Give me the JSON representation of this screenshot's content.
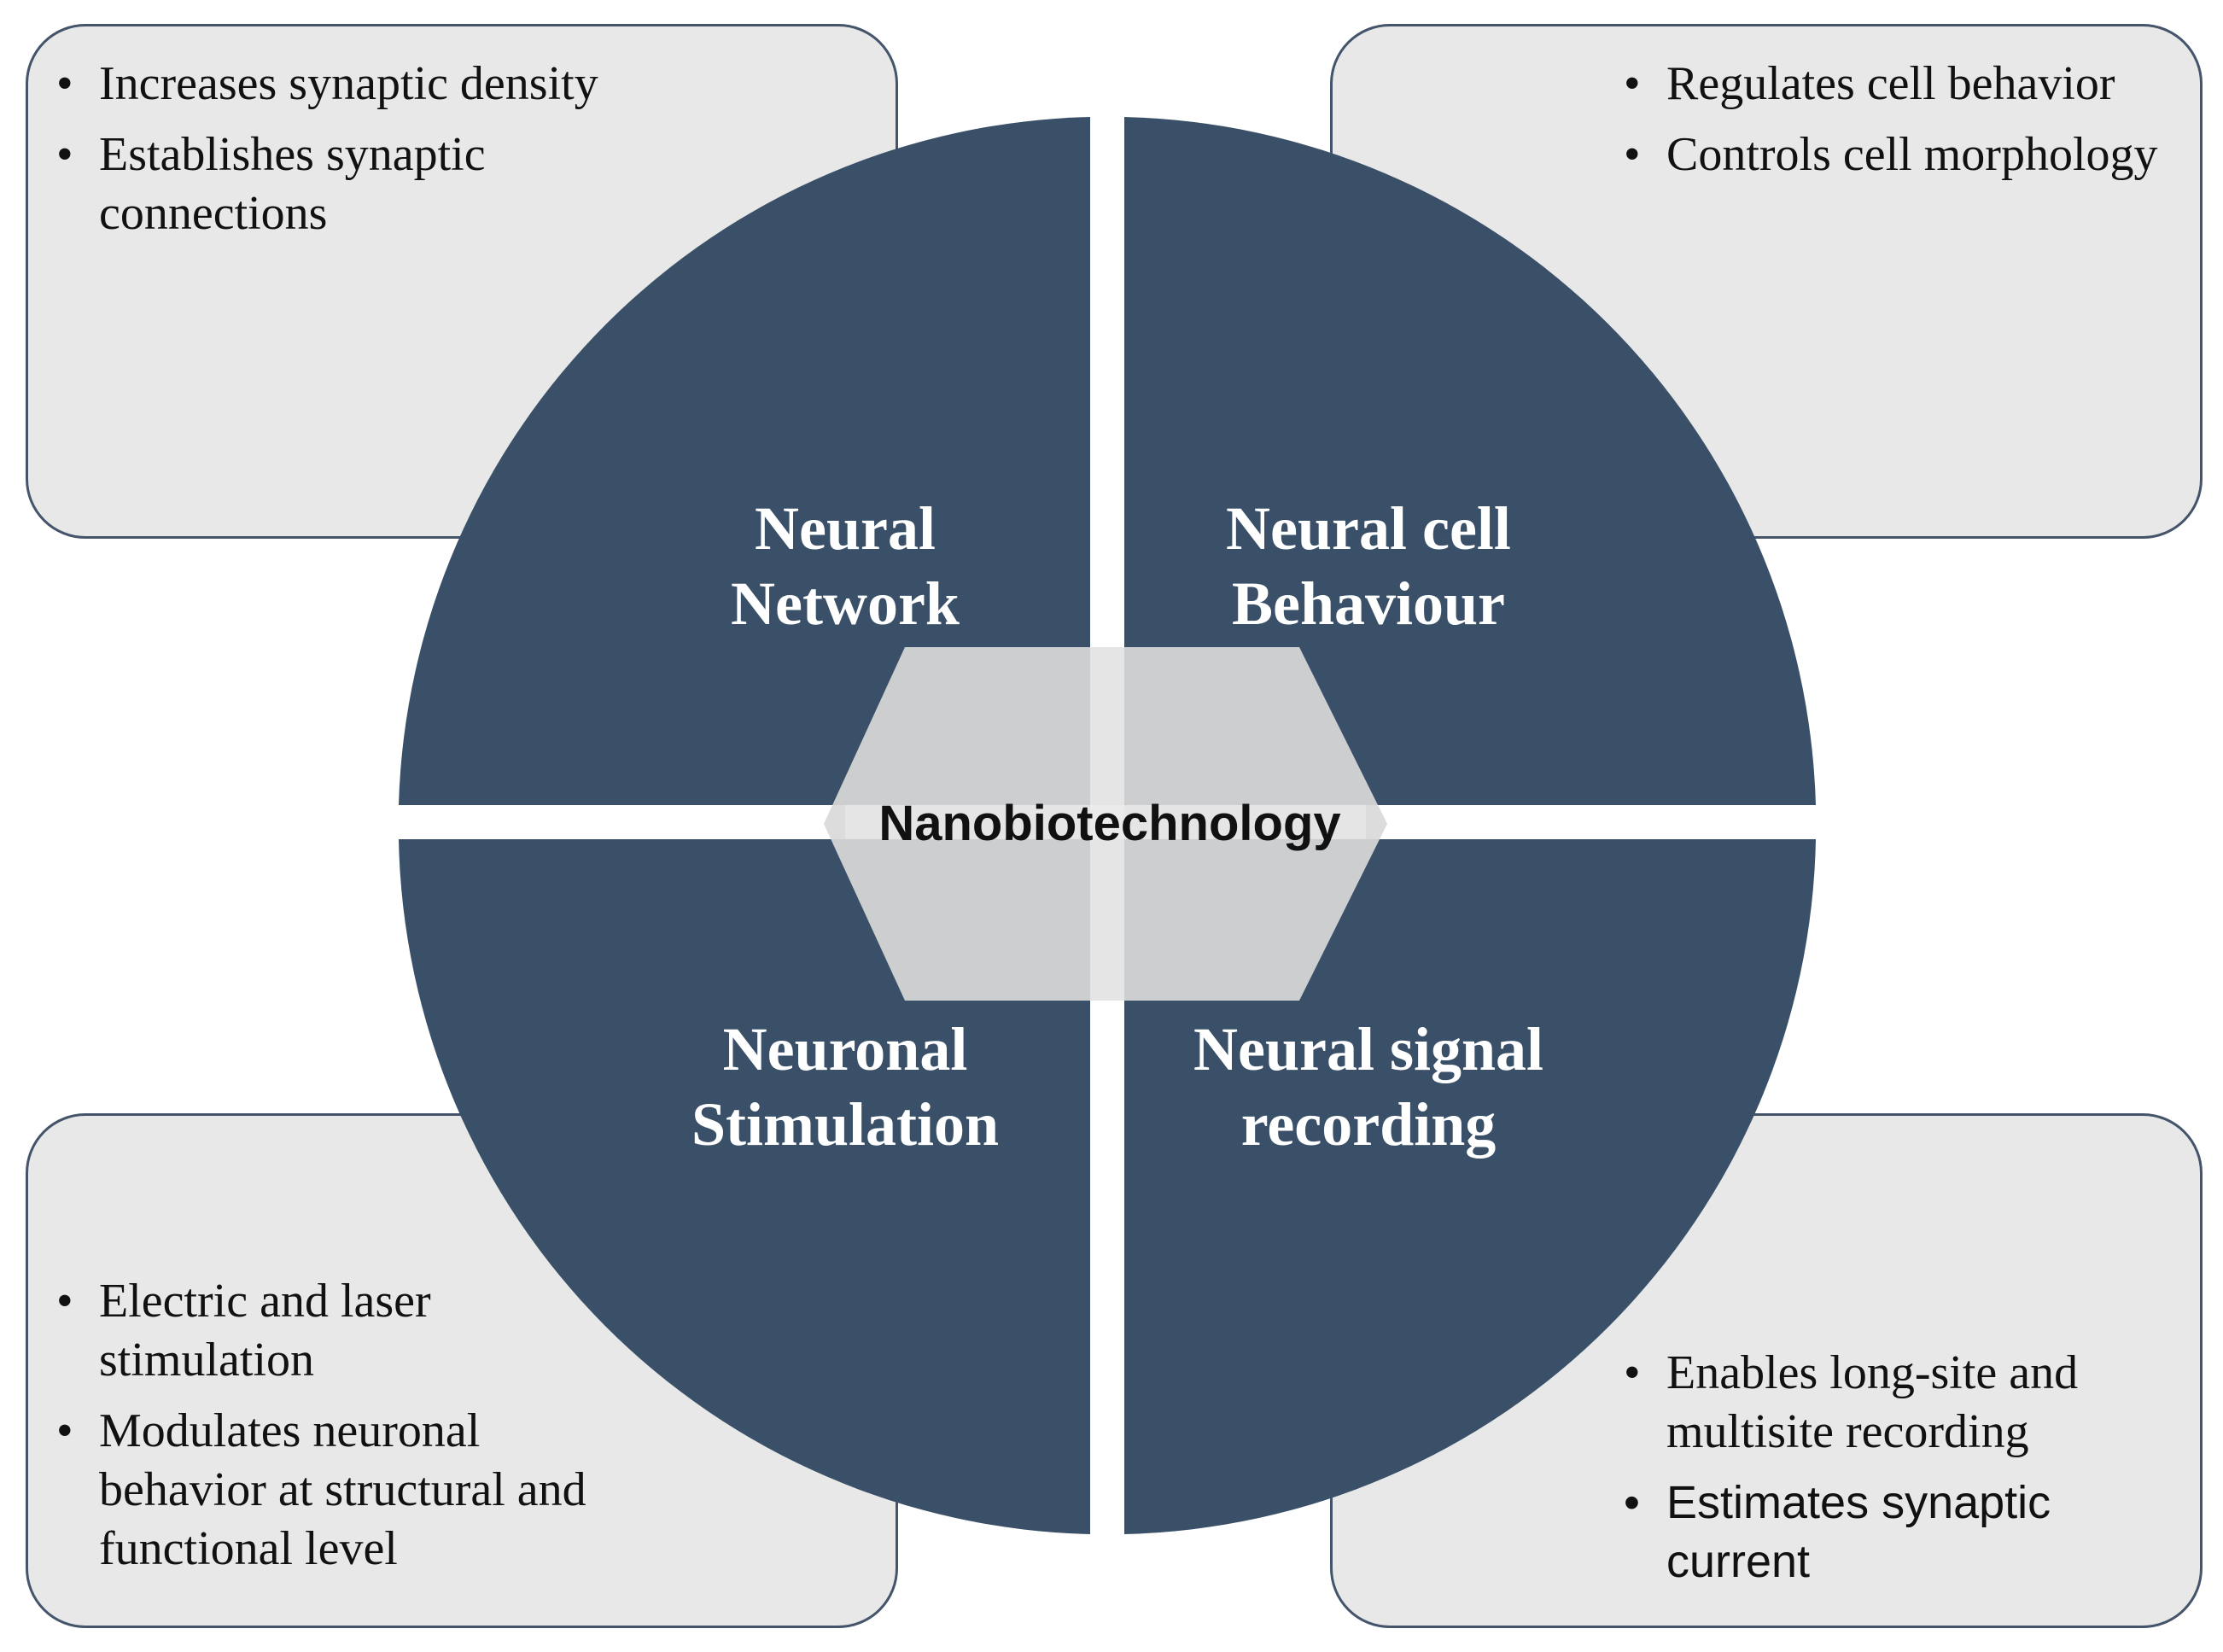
{
  "colors": {
    "quadrant_fill": "#3a5068",
    "box_fill": "#e8e8e8",
    "box_border": "#44546a",
    "hexagon_fill": "#d9d9d9"
  },
  "center": {
    "label": "Nanobiotechnology"
  },
  "quadrants": {
    "top_left": {
      "line1": "Neural",
      "line2": "Network"
    },
    "top_right": {
      "line1": "Neural cell",
      "line2": "Behaviour"
    },
    "bottom_left": {
      "line1": "Neuronal",
      "line2": "Stimulation"
    },
    "bottom_right": {
      "line1": "Neural signal",
      "line2": "recording"
    }
  },
  "boxes": {
    "top_left": [
      "Increases synaptic density",
      "Establishes synaptic connections"
    ],
    "top_right": [
      "Regulates cell behavior",
      "Controls cell morphology"
    ],
    "bottom_left": [
      "Electric and laser stimulation",
      "Modulates neuronal behavior at structural and functional level"
    ],
    "bottom_right": [
      "Enables long-site and multisite recording",
      "Estimates synaptic current"
    ]
  }
}
